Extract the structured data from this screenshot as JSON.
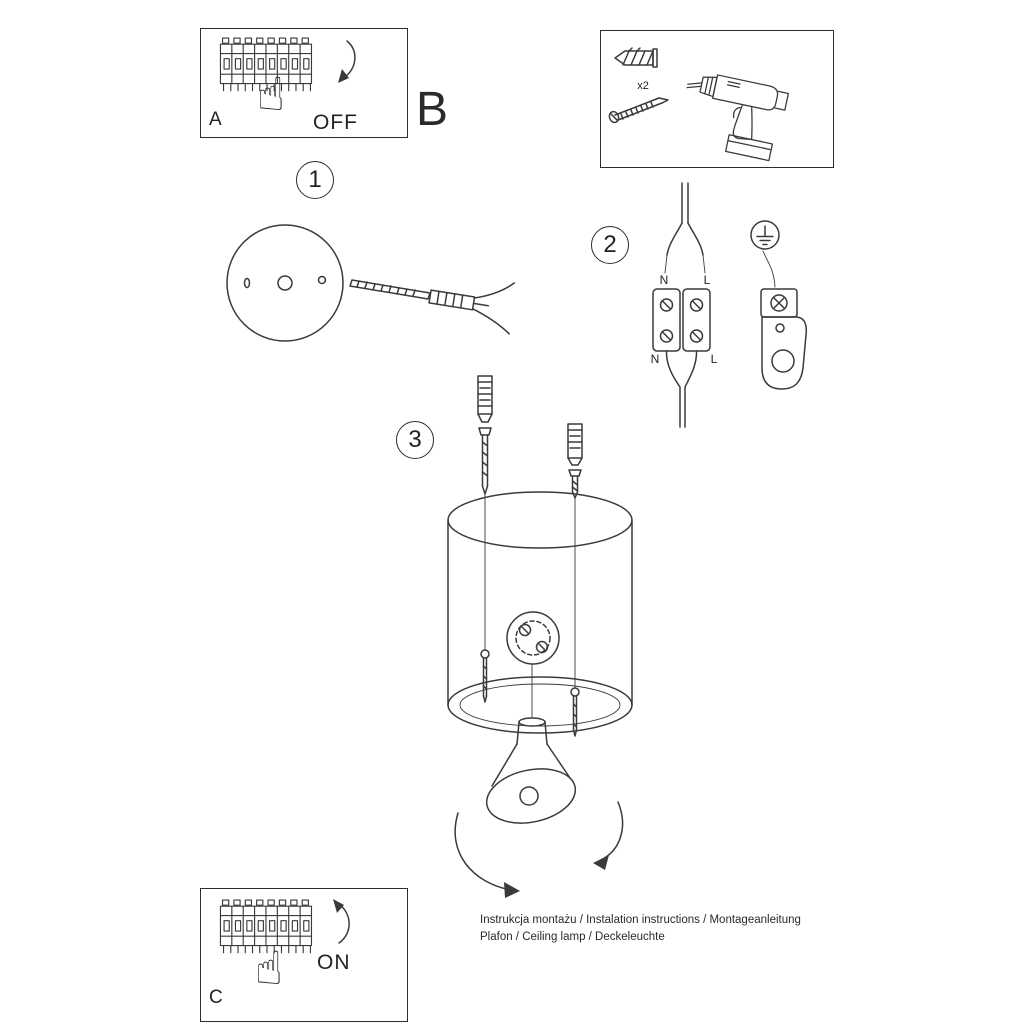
{
  "colors": {
    "line": "#3a3a3a",
    "background": "#ffffff"
  },
  "panel_a": {
    "label": "A",
    "switch_action": "OFF"
  },
  "section_b": {
    "label": "B"
  },
  "tools_box": {
    "anchor_quantity": "x2"
  },
  "step_1": {
    "number": "1"
  },
  "step_2": {
    "number": "2",
    "wire_labels_top": {
      "neutral": "N",
      "live": "L"
    },
    "wire_labels_bottom": {
      "neutral": "N",
      "live": "L"
    }
  },
  "step_3": {
    "number": "3"
  },
  "panel_c": {
    "label": "C",
    "switch_action": "ON"
  },
  "footer": {
    "line1": "Instrukcja montażu / Instalation instructions / Montageanleitung",
    "line2": "Plafon / Ceiling lamp / Deckeleuchte"
  }
}
